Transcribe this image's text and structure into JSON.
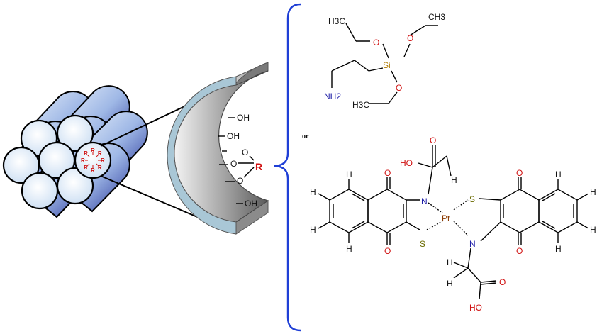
{
  "wall_groups": [
    "OH",
    "OH",
    "O",
    "O",
    "O",
    "OH"
  ],
  "wall_R": "R",
  "pore_R": "R",
  "connector": "or",
  "silane": {
    "atoms": [
      "H3C",
      "O",
      "O",
      "CH3",
      "Si",
      "O",
      "NH2",
      "H3C"
    ]
  },
  "complex": {
    "atoms": {
      "O_top_left": "O",
      "HO_top": "HO",
      "H_ch2_top": "H",
      "O_q1_top": "O",
      "N_left": "N",
      "Pt": "Pt",
      "S_left": "S",
      "O_q1_bot": "O",
      "S_right": "S",
      "N_right": "N",
      "O_q2_top": "O",
      "O_q2_bot": "O",
      "H_ch2_bot": "H",
      "H_ch2_bot2": "H",
      "O_bot": "O",
      "HO_bot": "HO"
    },
    "hydrogen": "H"
  },
  "colors": {
    "oxygen": "#d01010",
    "nitrogen": "#1a1aa6",
    "silicon": "#b07a00",
    "bracket": "#1f3fd6",
    "tube_light": "#d8e6f6",
    "tube_dark": "#2a3a9a",
    "wall_gray": "#8a8a8a",
    "wall_blue": "#a9c7d6"
  }
}
